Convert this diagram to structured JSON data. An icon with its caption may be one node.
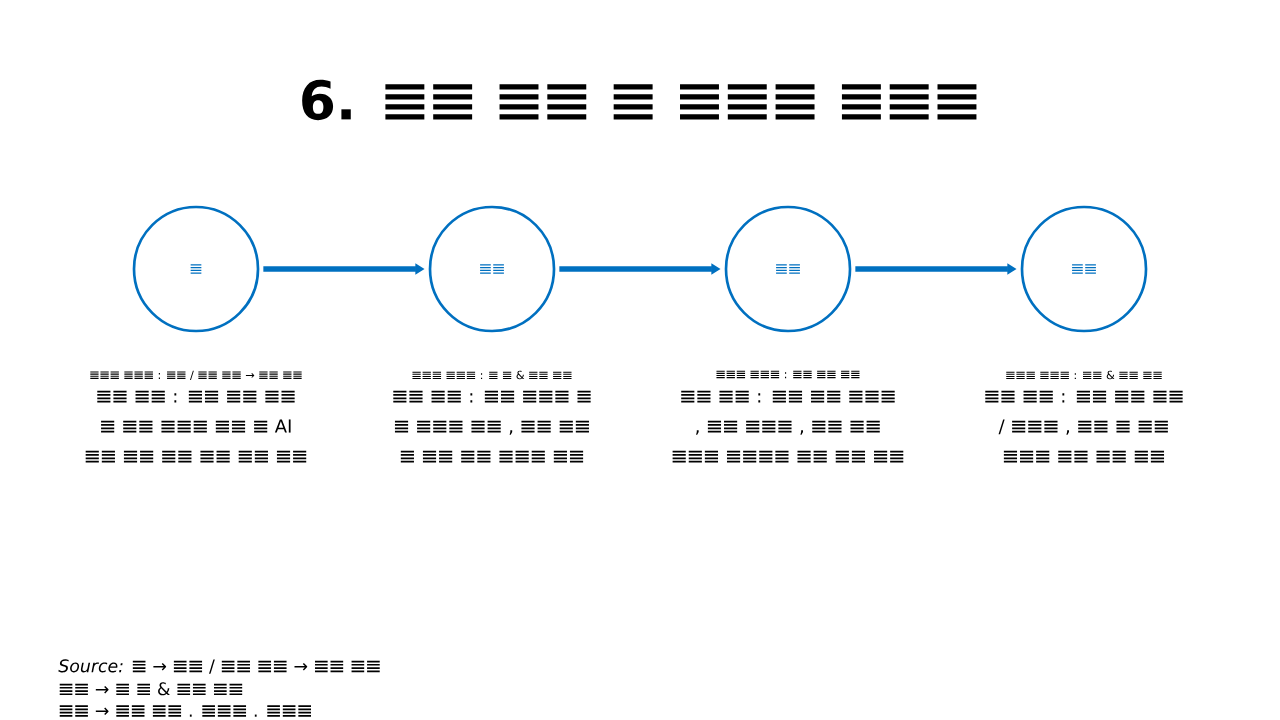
{
  "diagram": {
    "title": "6. 𝌆𝌆 𝌆𝌆 𝌆 𝌆𝌆𝌆 𝌆𝌆𝌆",
    "nodes": [
      {
        "text": [
          "𝌆"
        ],
        "beside": [
          "𝌆𝌆𝌆 𝌆𝌆𝌆 : 𝌆𝌆 / 𝌆𝌆 𝌆𝌆 → 𝌆𝌆 𝌆𝌆",
          "𝌆𝌆 𝌆𝌆 : 𝌆𝌆 𝌆𝌆 𝌆𝌆 𝌆 𝌆𝌆 𝌆𝌆𝌆 𝌆𝌆 𝌆 AI 𝌆𝌆 𝌆𝌆 𝌆𝌆 𝌆𝌆 𝌆𝌆 𝌆𝌆"
        ]
      },
      {
        "text": [
          "𝌆𝌆"
        ],
        "beside": [
          "𝌆𝌆𝌆 𝌆𝌆𝌆 : 𝌆 𝌆 & 𝌆𝌆 𝌆𝌆",
          "𝌆𝌆 𝌆𝌆 : 𝌆𝌆 𝌆𝌆𝌆 𝌆 𝌆 𝌆𝌆𝌆 𝌆𝌆 , 𝌆𝌆 𝌆𝌆 𝌆 𝌆𝌆 𝌆𝌆 𝌆𝌆𝌆 𝌆𝌆"
        ]
      },
      {
        "text": [
          "𝌆𝌆"
        ],
        "beside": [
          "𝌆𝌆𝌆 𝌆𝌆𝌆 : 𝌆𝌆 𝌆𝌆 𝌆𝌆",
          "𝌆𝌆 𝌆𝌆 : 𝌆𝌆 𝌆𝌆 𝌆𝌆𝌆 , 𝌆𝌆 𝌆𝌆𝌆 , 𝌆𝌆 𝌆𝌆 𝌆𝌆𝌆 𝌆𝌆𝌆𝌆 𝌆𝌆 𝌆𝌆 𝌆𝌆"
        ]
      },
      {
        "text": [
          "𝌆𝌆"
        ],
        "beside": [
          "𝌆𝌆𝌆 𝌆𝌆𝌆 : 𝌆𝌆 & 𝌆𝌆 𝌆𝌆",
          "𝌆𝌆 𝌆𝌆 : 𝌆𝌆 𝌆𝌆 𝌆𝌆 / 𝌆𝌆𝌆 , 𝌆𝌆 𝌆 𝌆𝌆 𝌆𝌆𝌆 𝌆𝌆 𝌆𝌆 𝌆𝌆"
        ]
      }
    ],
    "edges": [
      {
        "from": 0,
        "to": 1,
        "arrow": "to"
      },
      {
        "from": 1,
        "to": 2,
        "arrow": "to"
      },
      {
        "from": 2,
        "to": 3,
        "arrow": "to"
      }
    ],
    "labels": [
      "*Source:* 𝌆 → 𝌆𝌆 / 𝌆𝌆 𝌆𝌆 → 𝌆𝌆 𝌆𝌆",
      "𝌆𝌆 → 𝌆 𝌆 & 𝌆𝌆 𝌆𝌆",
      "𝌆𝌆 → 𝌆𝌆 𝌆𝌆 . 𝌆𝌆𝌆 . 𝌆𝌆𝌆"
    ]
  }
}
